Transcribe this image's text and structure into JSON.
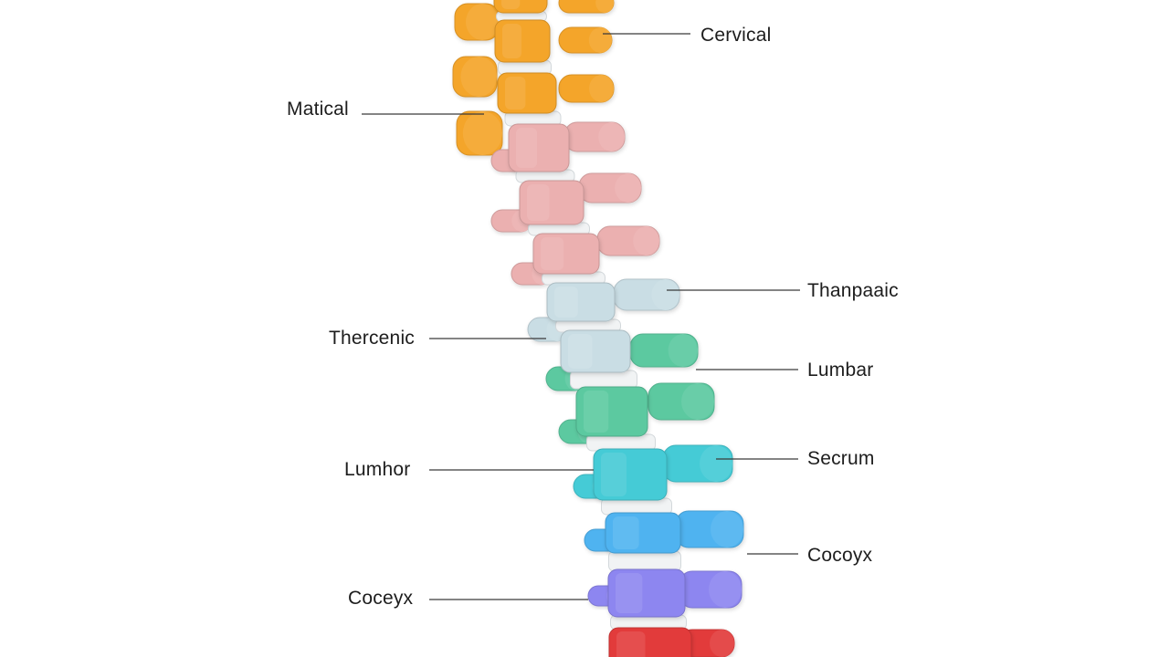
{
  "diagram": {
    "labels": {
      "left": [
        "Matical",
        "Thercenic",
        "Lumhor",
        "Coceyx"
      ],
      "right": [
        "Cervical",
        "Thanpaaic",
        "Lumbar",
        "Secrum",
        "Cocoyx"
      ]
    },
    "region_colors": {
      "cervical": "#F4A52A",
      "thoracic": "#EBB0B0",
      "thoracic_lower": "#C9DDE4",
      "lumbar": "#5CC9A0",
      "lumbar_lower": "#45CBD6",
      "sacral": "#4FB3F0",
      "coccyx": "#8D86F0",
      "base": "#E23B3B"
    }
  }
}
